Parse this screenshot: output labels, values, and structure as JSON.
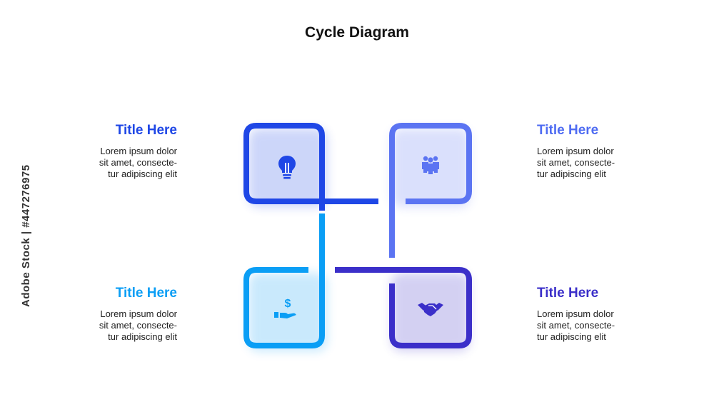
{
  "title": "Cycle Diagram",
  "blocks": [
    {
      "title": "Title Here",
      "text": "Lorem ipsum dolor\nsit amet, consecte-\ntur adipiscing elit",
      "color": "#1f47e6"
    },
    {
      "title": "Title Here",
      "text": "Lorem ipsum dolor\nsit amet, consecte-\ntur adipiscing elit",
      "color": "#4f6cf2"
    },
    {
      "title": "Title Here",
      "text": "Lorem ipsum dolor\nsit amet, consecte-\ntur adipiscing elit",
      "color": "#0a9ef5"
    },
    {
      "title": "Title Here",
      "text": "Lorem ipsum dolor\nsit amet, consecte-\ntur adipiscing elit",
      "color": "#3b2fc9"
    }
  ],
  "icons": [
    "lightbulb-icon",
    "team-icon",
    "money-hand-icon",
    "handshake-icon"
  ],
  "watermark": "Adobe Stock | #447276975"
}
